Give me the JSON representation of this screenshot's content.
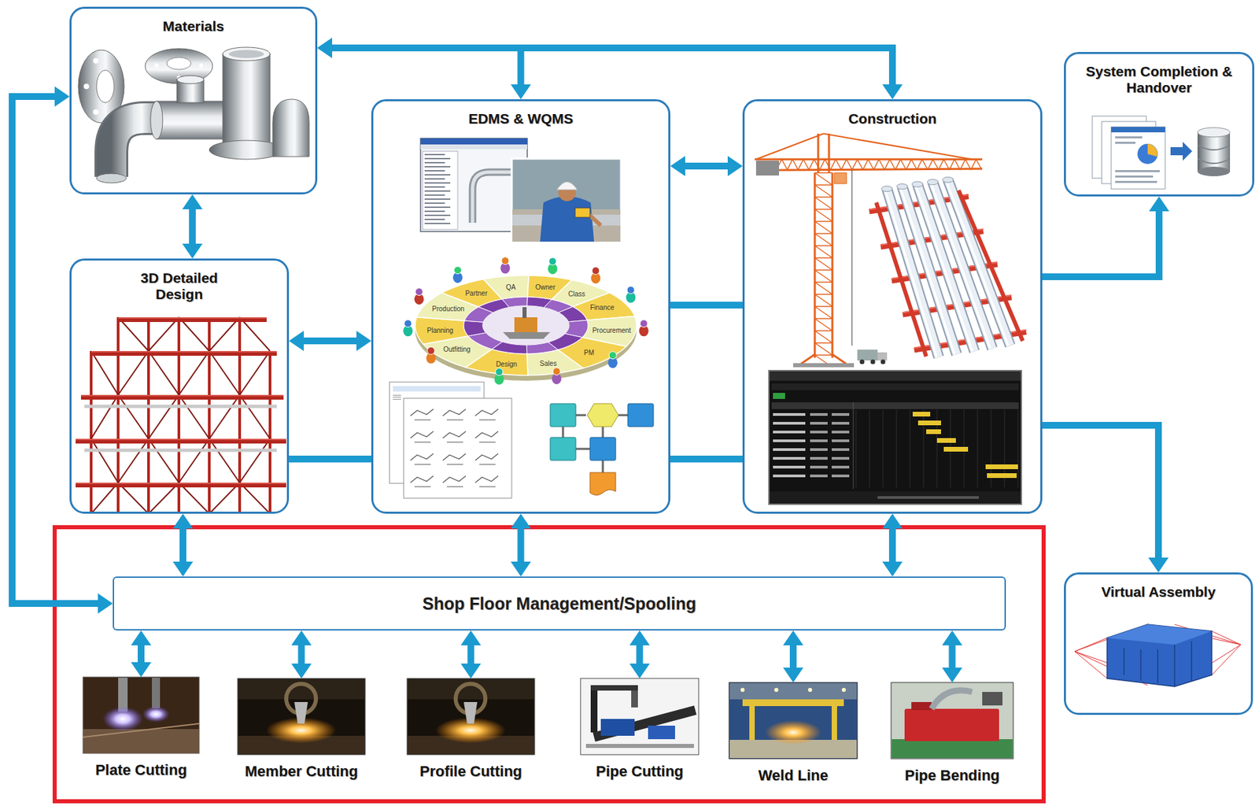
{
  "diagram": {
    "nodes": [
      {
        "text": [
          "Materials"
        ]
      },
      {
        "text": [
          "EDMS & WQMS"
        ]
      },
      {
        "text": [
          "Construction"
        ]
      },
      {
        "text": [
          "System Completion & Handover"
        ]
      },
      {
        "text": [
          "3D Detailed Design"
        ]
      },
      {
        "text": [
          "Shop Floor Management/Spooling"
        ]
      },
      {
        "text": [
          "Plate Cutting"
        ]
      },
      {
        "text": [
          "Member Cutting"
        ]
      },
      {
        "text": [
          "Profile Cutting"
        ]
      },
      {
        "text": [
          "Pipe Cutting"
        ]
      },
      {
        "text": [
          "Weld Line"
        ]
      },
      {
        "text": [
          "Pipe Bending"
        ]
      },
      {
        "text": [
          "Virtual Assembly"
        ]
      }
    ],
    "edges": [
      {
        "from": 0,
        "to": 1,
        "arrow": "both"
      },
      {
        "from": 0,
        "to": 2,
        "arrow": "both"
      },
      {
        "from": 0,
        "to": 4,
        "arrow": "both"
      },
      {
        "from": 4,
        "to": 1,
        "arrow": "both"
      },
      {
        "from": 4,
        "to": 1,
        "arrow": "none"
      },
      {
        "from": 1,
        "to": 2,
        "arrow": "both"
      },
      {
        "from": 1,
        "to": 2,
        "arrow": "none"
      },
      {
        "from": 1,
        "to": 2,
        "arrow": "none"
      },
      {
        "from": 2,
        "to": 3,
        "arrow": "to"
      },
      {
        "from": 2,
        "to": 12,
        "arrow": "to"
      },
      {
        "from": 0,
        "to": 5,
        "arrow": "both"
      },
      {
        "from": 4,
        "to": 5,
        "arrow": "both"
      },
      {
        "from": 1,
        "to": 5,
        "arrow": "both"
      },
      {
        "from": 2,
        "to": 5,
        "arrow": "both"
      },
      {
        "from": 5,
        "to": 6,
        "arrow": "both"
      },
      {
        "from": 5,
        "to": 7,
        "arrow": "both"
      },
      {
        "from": 5,
        "to": 8,
        "arrow": "both"
      },
      {
        "from": 5,
        "to": 9,
        "arrow": "both"
      },
      {
        "from": 5,
        "to": 10,
        "arrow": "both"
      },
      {
        "from": 5,
        "to": 11,
        "arrow": "both"
      }
    ],
    "labels": [
      "Partner",
      "QA",
      "Owner",
      "Class",
      "Finance",
      "Procurement",
      "PM",
      "Sales",
      "Design",
      "Outfitting",
      "Planning",
      "Production"
    ]
  }
}
